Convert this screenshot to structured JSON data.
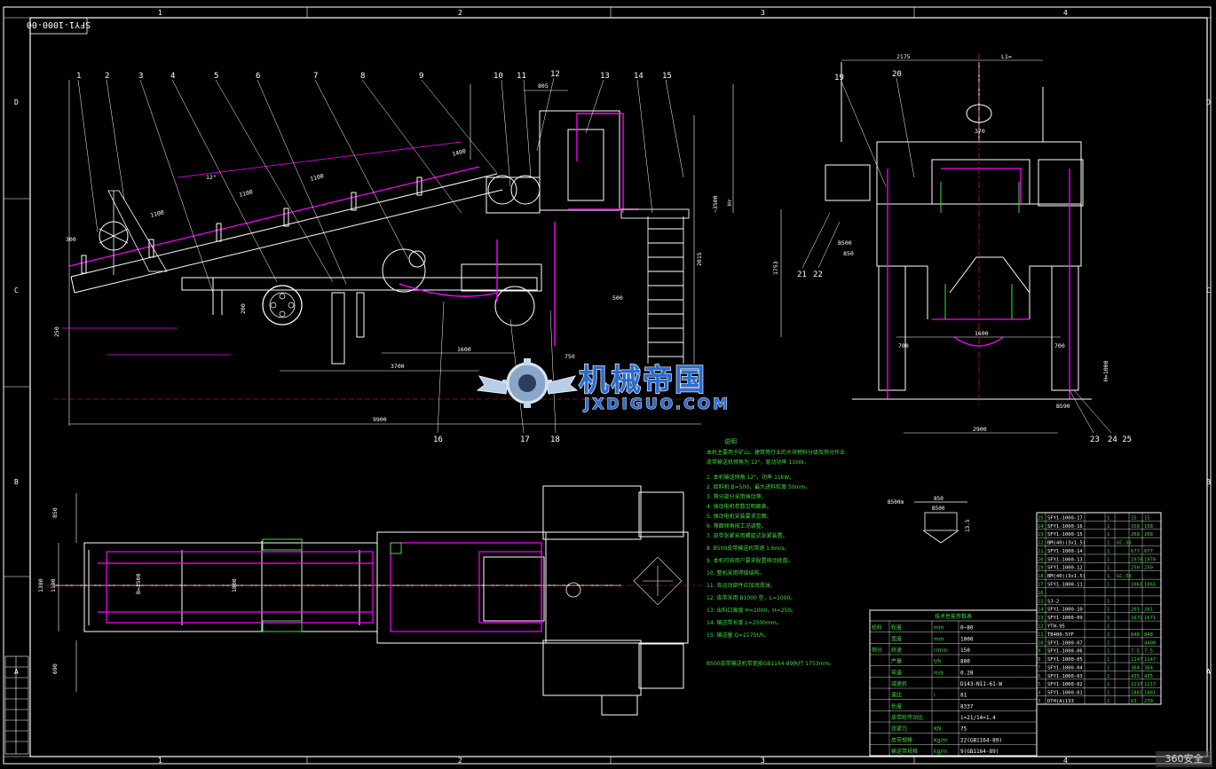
{
  "drawing": {
    "id_label": "SFY1-1000-00",
    "zone_numbers": [
      "1",
      "2",
      "3",
      "4"
    ],
    "zone_letters": [
      "D",
      "C",
      "B",
      "A"
    ],
    "part_balloons": [
      "1",
      "2",
      "3",
      "4",
      "5",
      "6",
      "7",
      "8",
      "9",
      "10",
      "11",
      "12",
      "13",
      "14",
      "15"
    ],
    "lower_balloons": [
      "16",
      "17",
      "18"
    ],
    "side_balloons": [
      "19",
      "20",
      "21",
      "22",
      "23",
      "24 25"
    ]
  },
  "dims": {
    "overall_length": "9900",
    "wheelbase": "3700",
    "mid_span": "1600",
    "conveyor_seg_1": "1100",
    "conveyor_seg_2": "1100",
    "conveyor_seg_3": "1100",
    "conveyor_seg_4": "1400",
    "top_width": "805",
    "height_3500": "~3500",
    "height_2015": "2015",
    "height_hr": "Hr",
    "side_2175": "2175",
    "side_l1": "L1=",
    "side_1753": "1753",
    "side_2900": "2900",
    "side_1600": "1600",
    "side_700_l": "700",
    "side_700_r": "700",
    "side_b500": "B500",
    "side_850": "850",
    "side_b590": "B590",
    "side_h1000": "H=1000",
    "side_370": "370",
    "plan_1380": "1380",
    "plan_1190": "1190",
    "plan_850": "850",
    "plan_690": "690",
    "plan_b2500": "B=2500",
    "plan_1800": "1800",
    "front_750": "750",
    "front_500": "500",
    "front_250": "250",
    "front_300": "300",
    "front_200": "200",
    "front_12": "12°",
    "sec_b500m": "B500m",
    "sec_850": "850",
    "sec_b500": "B500",
    "sec_135": "13.5"
  },
  "notes": {
    "title": "说明",
    "lines": [
      "本机主要用于矿山、建筑等行业的大块物料分级及筛分作业",
      "皮带输送机倾角为 12°，驱动功率 11kW。",
      "1. 本机输送倾角 12°，功率 11kW。",
      "2. 给料机 B=500，最大进料粒度 50mm。",
      "3. 筛分部分采用振动筛。",
      "4. 振动电机参数见明细表。",
      "5. 振动电机安装要求见图。",
      "6. 筛面倾角按工况调整。",
      "7. 皮带张紧采用螺旋式张紧装置。",
      "8. B500皮带输送机带速 1.6m/s。",
      "9. 本机可按用户要求配置移动底盘。",
      "10. 整机采用焊接结构。",
      "11. 各运动部件应加润滑油。",
      "12. 皮带采用 B1000 型，L=1000。",
      "13. 出料口高度 H=1000，H=250。",
      "14. 输送带长度 L=2500mm。",
      "15. 输送量 Q=2175t/h。",
      "B500皮带输送机带宽按GB1164-89执行 1753mm。"
    ]
  },
  "params_table": {
    "title": "技术性能参数表",
    "header": [
      "",
      "名称",
      "单位",
      "数据"
    ],
    "rows": [
      [
        "给料",
        "粒度",
        "mm",
        "0~80"
      ],
      [
        "",
        "宽度",
        "mm",
        "1000"
      ],
      [
        "筛分",
        "转速",
        "r/min",
        "150"
      ],
      [
        "",
        "产量",
        "t/h",
        "800"
      ],
      [
        "",
        "带速",
        "m/s",
        "0.28"
      ],
      [
        "",
        "减速机",
        "",
        "D143-N11-61-W"
      ],
      [
        "",
        "速比",
        "i",
        "81"
      ],
      [
        "",
        "长度",
        "",
        "8337"
      ],
      [
        "",
        "皮带轮传动比",
        "",
        "i=21/14=1.4"
      ],
      [
        "",
        "张紧力",
        "KN",
        "75"
      ],
      [
        "",
        "皮带规格",
        "Kg/m",
        "22(GB1164-89)"
      ],
      [
        "",
        "输送带规格",
        "kg/m",
        "9(GB1164-89)"
      ]
    ]
  },
  "bom_table": {
    "rows": [
      [
        "25",
        "SFY1-1000-17",
        "",
        "1",
        "",
        "15",
        "15"
      ],
      [
        "24",
        "SFY1-1000-16",
        "",
        "1",
        "",
        "158",
        "158"
      ],
      [
        "23",
        "SFY1-1000-15",
        "",
        "1",
        "",
        "268",
        "268"
      ],
      [
        "22",
        "BM(40)(3x1.5)",
        "",
        "1",
        "GC-38",
        "",
        ""
      ],
      [
        "21",
        "SFY1-1000-14",
        "",
        "1",
        "",
        "677",
        "677"
      ],
      [
        "20",
        "SFY1-1000-13",
        "",
        "1",
        "",
        "1970",
        "1970"
      ],
      [
        "19",
        "SFY1-1000-12",
        "",
        "1",
        "",
        "250",
        "250"
      ],
      [
        "18",
        "BM(40)(3x1.5)",
        "",
        "1",
        "GC-38",
        "",
        ""
      ],
      [
        "17",
        "SFY1-1000-11",
        "",
        "1",
        "",
        "1061",
        "1061"
      ],
      [
        "16",
        "",
        "",
        "",
        "",
        "",
        ""
      ],
      [
        "15",
        "SJ-2",
        "",
        "1",
        "",
        "",
        ""
      ],
      [
        "14",
        "SFY1-1000-10",
        "",
        "1",
        "",
        "201",
        "201"
      ],
      [
        "13",
        "SFY1-1000-09",
        "",
        "1",
        "",
        "1671",
        "1671"
      ],
      [
        "12",
        "YTH-95",
        "",
        "1",
        "",
        "",
        ""
      ],
      [
        "11",
        "TB400-5YF",
        "",
        "1",
        "",
        "848",
        "848"
      ],
      [
        "10",
        "SFY1-1000-07",
        "",
        "1",
        "",
        "",
        "4400"
      ],
      [
        "9",
        "SFY1-1000-06",
        "",
        "1",
        "",
        "7.5",
        "7.5"
      ],
      [
        "8",
        "SFY1-1000-05",
        "",
        "1",
        "",
        "1147",
        "1147"
      ],
      [
        "7",
        "SFY1-1000-04",
        "",
        "1",
        "",
        "384",
        "384"
      ],
      [
        "6",
        "SFY1-1000-03",
        "",
        "1",
        "",
        "435",
        "435"
      ],
      [
        "5",
        "SFY1-1000-02",
        "",
        "1",
        "",
        "1217",
        "1217"
      ],
      [
        "4",
        "SFY1-1000-01",
        "",
        "1",
        "",
        "1881",
        "1881"
      ],
      [
        "3",
        "DTH(A)133",
        "",
        "1",
        "",
        "63",
        "270"
      ]
    ]
  },
  "logo": {
    "cn": "机械帝国",
    "en": "JXDIGUO.COM"
  },
  "watermark": "360安全",
  "colors": {
    "background": "#000000",
    "line_white": "#ffffff",
    "line_magenta": "#ff00ff",
    "line_green": "#3fdc3f",
    "line_red": "#ff2020",
    "line_yellow": "#ffff00",
    "line_cyan": "#00ffff",
    "logo_blue": "#2a6bd1"
  }
}
